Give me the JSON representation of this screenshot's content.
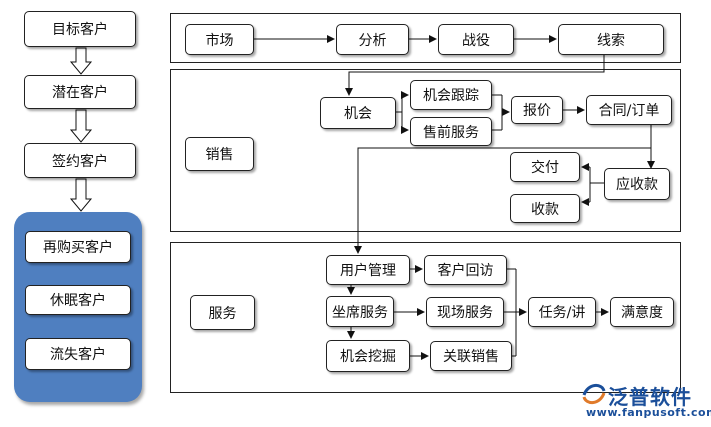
{
  "left_flow": {
    "target": "目标客户",
    "potential": "潜在客户",
    "signed": "签约客户",
    "rebuy": "再购买客户",
    "dormant": "休眠客户",
    "lost": "流失客户"
  },
  "market_row": {
    "market": "市场",
    "analysis": "分析",
    "tactics": "战役",
    "leads": "线索"
  },
  "sales": {
    "section_label": "销售",
    "opportunity": "机会",
    "opp_tracking": "机会跟踪",
    "presales": "售前服务",
    "quote": "报价",
    "contract_order": "合同/订单",
    "delivery": "交付",
    "receivable": "应收款",
    "collection": "收款"
  },
  "service": {
    "section_label": "服务",
    "user_mgmt": "用户管理",
    "revisit": "客户回访",
    "call_center": "坐席服务",
    "onsite": "现场服务",
    "opp_mining": "机会挖掘",
    "related_sales": "关联销售",
    "task": "任务/讲",
    "satisfaction": "满意度"
  },
  "logo": {
    "name": "泛普软件",
    "url": "www.fanpusoft.com",
    "color": "#1b4f9a"
  },
  "colors": {
    "panel_blue": "#4f7fc0"
  }
}
